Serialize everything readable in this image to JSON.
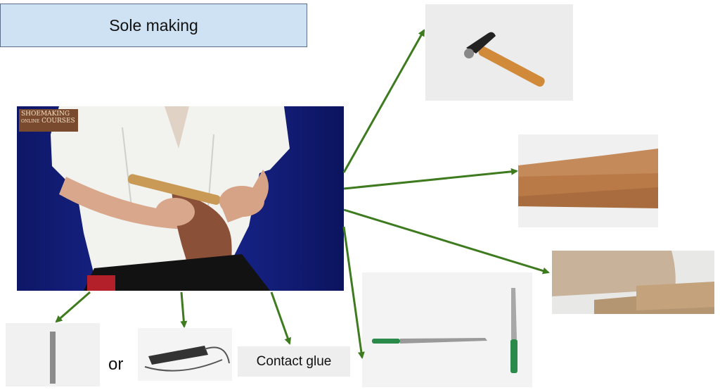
{
  "slide": {
    "title": "Sole making",
    "or_text": "or",
    "contact_glue_label": "Contact glue"
  },
  "video": {
    "watermark_line1": "SHOEMAKING",
    "watermark_line2": "ONLINE",
    "watermark_line3": "COURSES"
  },
  "icons": [
    "hammer-icon",
    "leather-sheets-icon",
    "cork-sheet-icon",
    "knife-icon",
    "rasp-file-icon",
    "rotary-tool-icon"
  ],
  "colors": {
    "arrow": "#3e7b1f",
    "title_bg": "#cfe2f3",
    "video_bg": "#101a7a"
  }
}
